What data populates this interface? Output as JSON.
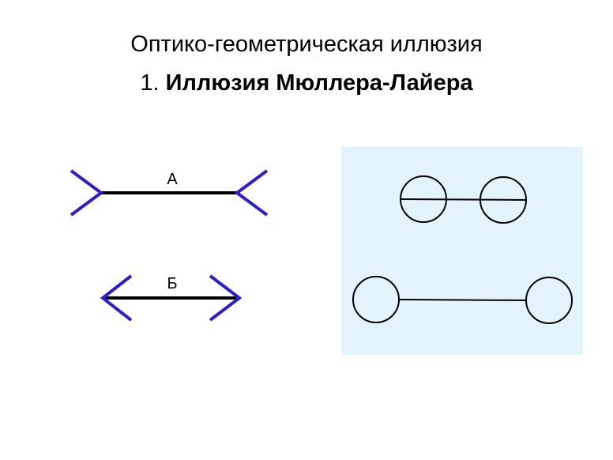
{
  "title": {
    "line1": "Оптико-геометрическая иллюзия",
    "line2_number": "1. ",
    "line2_bold": "Иллюзия Мюллера-Лайера"
  },
  "figure_left": {
    "label_a": "А",
    "label_b": "Б",
    "line_color": "#000000",
    "fin_color": "#2a1fc8"
  },
  "figure_right": {
    "background": "#e3f3fb",
    "stroke_color": "#000000"
  }
}
